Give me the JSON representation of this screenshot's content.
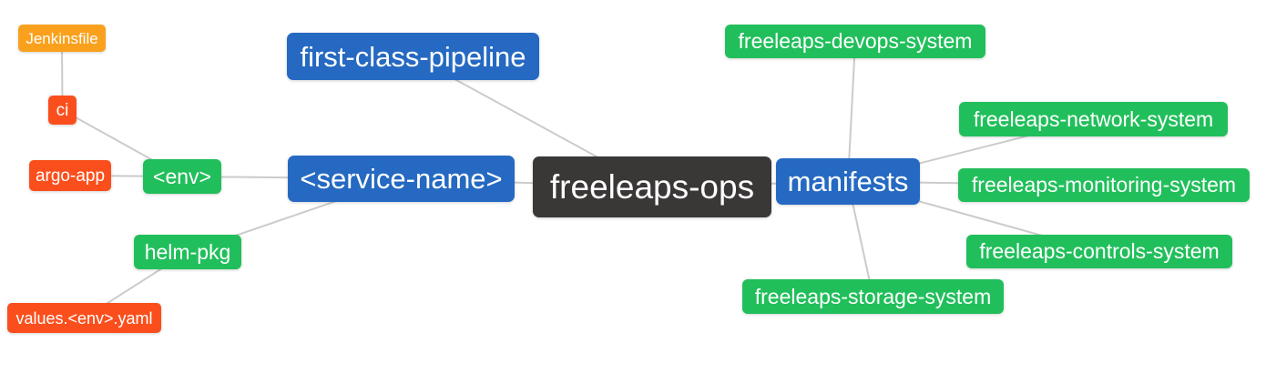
{
  "colors": {
    "background": "#FFFFFF",
    "text": "#FFFFFF",
    "edge": "#CBCBCB",
    "root_bg": "#3A3737",
    "branch_bg": "#2569C2",
    "leaf_green_bg": "#21BF5B",
    "leaf_red_bg": "#FA4F1D",
    "leaf_amber_bg": "#F9A11D"
  },
  "diagram": {
    "type": "mindmap",
    "nodes": {
      "freeleaps_ops": {
        "label": "freeleaps-ops",
        "level": "root"
      },
      "first_class_pipeline": {
        "label": "first-class-pipeline",
        "level": "branch"
      },
      "service_name": {
        "label": "<service-name>",
        "level": "branch"
      },
      "manifests": {
        "label": "manifests",
        "level": "branch"
      },
      "env": {
        "label": "<env>",
        "level": "leaf-green"
      },
      "helm_pkg": {
        "label": "helm-pkg",
        "level": "leaf-green"
      },
      "devops_system": {
        "label": "freeleaps-devops-system",
        "level": "leaf-green"
      },
      "network_system": {
        "label": "freeleaps-network-system",
        "level": "leaf-green"
      },
      "monitoring_system": {
        "label": "freeleaps-monitoring-system",
        "level": "leaf-green"
      },
      "controls_system": {
        "label": "freeleaps-controls-system",
        "level": "leaf-green"
      },
      "storage_system": {
        "label": "freeleaps-storage-system",
        "level": "leaf-green"
      },
      "ci": {
        "label": "ci",
        "level": "leaf-red"
      },
      "argo_app": {
        "label": "argo-app",
        "level": "leaf-red"
      },
      "values_env_yaml": {
        "label": "values.<env>.yaml",
        "level": "leaf-red"
      },
      "jenkinsfile": {
        "label": "Jenkinsfile",
        "level": "leaf-amber"
      }
    },
    "edges": [
      [
        "jenkinsfile",
        "ci"
      ],
      [
        "ci",
        "env"
      ],
      [
        "argo_app",
        "env"
      ],
      [
        "env",
        "service_name"
      ],
      [
        "helm_pkg",
        "service_name"
      ],
      [
        "values_env_yaml",
        "helm_pkg"
      ],
      [
        "first_class_pipeline",
        "freeleaps_ops"
      ],
      [
        "service_name",
        "freeleaps_ops"
      ],
      [
        "freeleaps_ops",
        "manifests"
      ],
      [
        "manifests",
        "devops_system"
      ],
      [
        "manifests",
        "network_system"
      ],
      [
        "manifests",
        "monitoring_system"
      ],
      [
        "manifests",
        "controls_system"
      ],
      [
        "manifests",
        "storage_system"
      ]
    ]
  }
}
